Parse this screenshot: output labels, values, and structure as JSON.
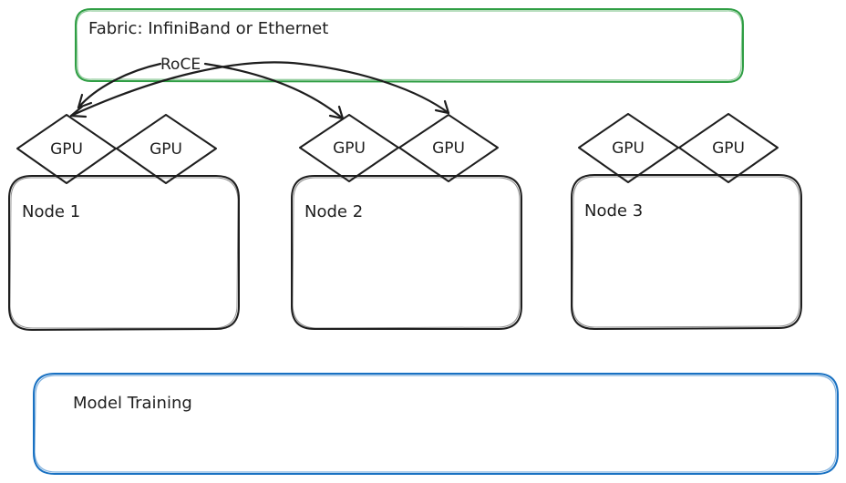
{
  "fabric": {
    "label": "Fabric: InfiniBand or Ethernet",
    "color": "#2f9e44"
  },
  "roce": {
    "label": "RoCE"
  },
  "nodes": [
    {
      "label": "Node 1",
      "gpus": [
        "GPU",
        "GPU"
      ]
    },
    {
      "label": "Node 2",
      "gpus": [
        "GPU",
        "GPU"
      ]
    },
    {
      "label": "Node 3",
      "gpus": [
        "GPU",
        "GPU"
      ]
    }
  ],
  "model_training": {
    "label": "Model Training",
    "color": "#1971c2"
  },
  "stroke_color": "#1e1e1e"
}
